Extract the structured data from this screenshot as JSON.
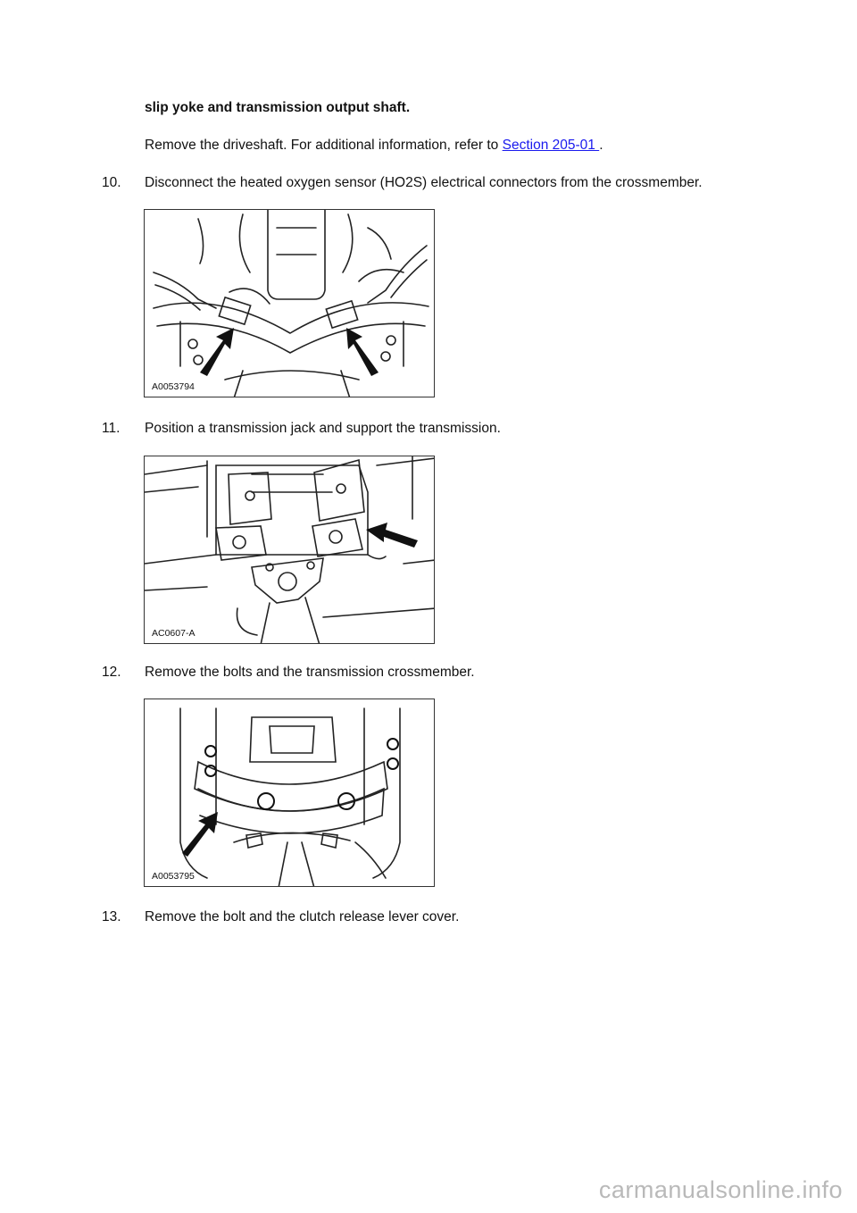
{
  "intro": {
    "continued_line": "slip yoke and transmission output shaft.",
    "driveshaft_text": "Remove the driveshaft. For additional information, refer to",
    "driveshaft_link": "Section 205-01 ",
    "driveshaft_end": "."
  },
  "steps": [
    {
      "number": "10.",
      "text": "Disconnect the heated oxygen sensor (HO2S) electrical connectors from the crossmember."
    },
    {
      "number": "11.",
      "text": "Position a transmission jack and support the transmission."
    },
    {
      "number": "12.",
      "text": "Remove the bolts and the transmission crossmember."
    },
    {
      "number": "13.",
      "text": "Remove the bolt and the clutch release lever cover."
    }
  ],
  "figures": [
    {
      "label": "A0053794"
    },
    {
      "label": "AC0607-A"
    },
    {
      "label": "A0053795"
    }
  ],
  "footer": {
    "watermark": "carmanualsonline.info"
  }
}
